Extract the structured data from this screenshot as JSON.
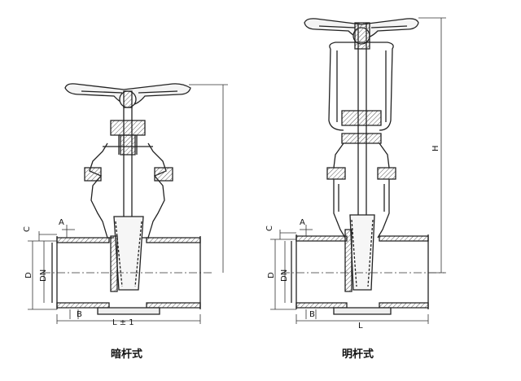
{
  "left_view": {
    "caption": "暗杆式",
    "dims": {
      "A": "A",
      "C": "C",
      "D": "D",
      "DN": "DN",
      "B": "B",
      "L": "L ± 1"
    }
  },
  "right_view": {
    "caption": "明杆式",
    "dims": {
      "A": "A",
      "C": "C",
      "D": "D",
      "DN": "DN",
      "B": "B",
      "L": "L",
      "H": "H"
    }
  },
  "colors": {
    "line": "#222222",
    "hatch": "#666666",
    "fill": "#f2f2f2"
  }
}
